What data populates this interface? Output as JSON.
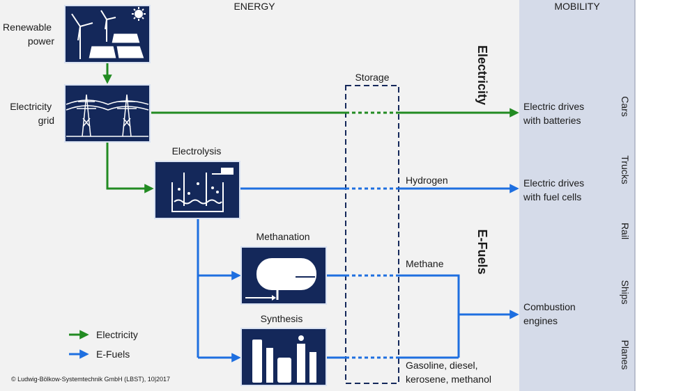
{
  "header": {
    "energy": "ENERGY",
    "mobility": "MOBILITY"
  },
  "sources": {
    "renewable": [
      "Renewable",
      "power"
    ],
    "grid": [
      "Electricity",
      "grid"
    ]
  },
  "processes": {
    "electrolysis": "Electrolysis",
    "methanation": "Methanation",
    "synthesis": "Synthesis",
    "storage": "Storage"
  },
  "carriers": {
    "electricity": "Electricity",
    "efuels": "E-Fuels",
    "hydrogen": "Hydrogen",
    "methane": "Methane",
    "liquid": [
      "Gasoline, diesel,",
      "kerosene, methanol"
    ]
  },
  "drives": {
    "batteries": [
      "Electric drives",
      "with batteries"
    ],
    "fuel_cells": [
      "Electric drives",
      "with fuel cells"
    ],
    "combustion": [
      "Combustion",
      "engines"
    ]
  },
  "vehicles": [
    "Cars",
    "Trucks",
    "Rail",
    "Ships",
    "Planes"
  ],
  "legend": {
    "electricity": "Electricity",
    "efuels": "E-Fuels"
  },
  "copyright": "© Ludwig-Bölkow-Systemtechnik GmbH (LBST), 10|2017",
  "colors": {
    "electricity": "#228b22",
    "efuels": "#1e6fe0",
    "icon_bg": "#14285a",
    "mobility_bg": "#d5dbe9",
    "page_bg": "#f2f2f2",
    "text": "#1a1a1a"
  }
}
